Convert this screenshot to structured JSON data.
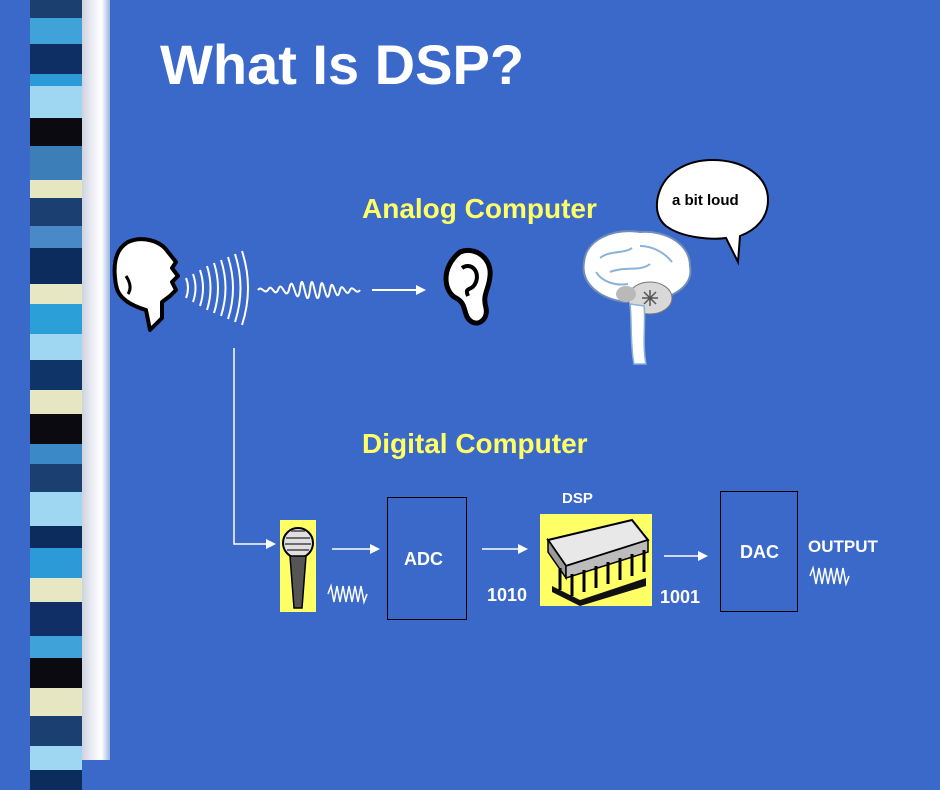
{
  "slide": {
    "title": "What Is DSP?",
    "analog_heading": "Analog Computer",
    "digital_heading": "Digital Computer",
    "speech_bubble": "a bit loud"
  },
  "digital_chain": {
    "adc_label": "ADC",
    "dsp_label": "DSP",
    "dac_label": "DAC",
    "output_label": "OUTPUT",
    "bits_in": "1010",
    "bits_out": "1001"
  },
  "colors": {
    "background": "#3a69c9",
    "title": "#ffffff",
    "heading": "#ffff66",
    "chip_highlight": "#ffff66"
  },
  "icons": [
    "speaking-head-icon",
    "ear-icon",
    "brain-icon",
    "microphone-icon",
    "dsp-chip-icon"
  ]
}
